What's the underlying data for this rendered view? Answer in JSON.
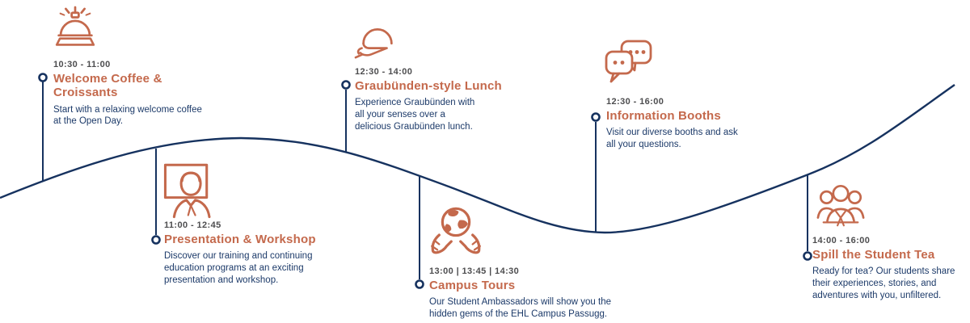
{
  "colors": {
    "orange": "#C4694C",
    "navy": "#1C3A69",
    "line": "#16325F",
    "time": "#4D4D4F",
    "bg": "#FFFFFF"
  },
  "timeline": {
    "events": [
      {
        "id": "welcome-coffee",
        "icon": "bell-icon",
        "time": "10:30 - 11:00",
        "title": "Welcome Coffee & Croissants",
        "description": "Start with a relaxing welcome coffee at the Open Day."
      },
      {
        "id": "presentation-workshop",
        "icon": "presentation-icon",
        "time": "11:00 - 12:45",
        "title": "Presentation & Workshop",
        "description": "Discover our training and continuing education programs at an exciting presentation and workshop."
      },
      {
        "id": "graubunden-lunch",
        "icon": "cloche-icon",
        "time": "12:30 - 14:00",
        "title": "Graubünden-style Lunch",
        "description": "Experience Graubünden with all your senses over a delicious Graubünden lunch."
      },
      {
        "id": "campus-tours",
        "icon": "globe-hands-icon",
        "time": "13:00 | 13:45 | 14:30",
        "title": "Campus Tours",
        "description": "Our Student Ambassadors will show you the hidden gems of the EHL Campus Passugg."
      },
      {
        "id": "information-booths",
        "icon": "speech-bubbles-icon",
        "time": "12:30 - 16:00",
        "title": "Information Booths",
        "description": "Visit our diverse booths and ask all your questions."
      },
      {
        "id": "spill-student-tea",
        "icon": "people-group-icon",
        "time": "14:00 - 16:00",
        "title": "Spill the Student Tea",
        "description": "Ready for tea? Our students share their experiences, stories, and adventures with you, unfiltered."
      }
    ]
  }
}
